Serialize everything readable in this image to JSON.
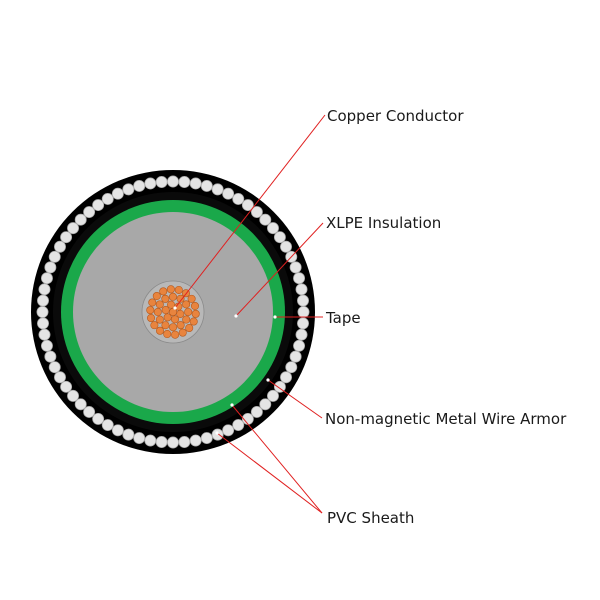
{
  "labels": {
    "copper_conductor": "Copper Conductor",
    "xlpe_insulation": "XLPE Insulation",
    "tape": "Tape",
    "armor": "Non-magnetic Metal Wire Armor",
    "pvc_sheath": "PVC Sheath"
  },
  "colors": {
    "outer_sheath": "#000000",
    "armor_wire": "#e4e4e4",
    "armor_wire_stroke": "#a8a8a8",
    "inner_sheath": "#0a0a0a",
    "tape": "#1aa84a",
    "insulation": "#a8a8a8",
    "conductor_strand": "#e8843e",
    "conductor_strand_stroke": "#b5581c",
    "conductor_bed": "#b8b8b8",
    "leader_line": "#e02020"
  },
  "structure": {
    "armor_wire_count": 72
  }
}
